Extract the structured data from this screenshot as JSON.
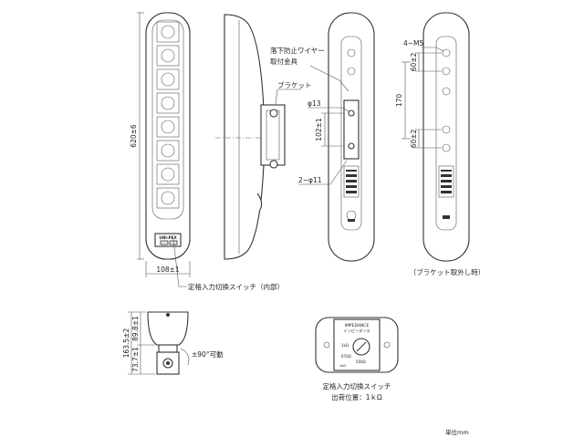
{
  "drawing": {
    "brand_label": "UNI-PEX",
    "dimensions": {
      "height_front": "620±6",
      "width_front": "108±1",
      "cabinet_height_side": "89.8±1",
      "bottom_dim_side": "73.7±1",
      "total_depth_side": "163.5±2",
      "hole_pitch_bracket": "102±1",
      "hole_pitch_top": "60±2",
      "hole_pitch_bottom": "60±2",
      "center_pitch": "170"
    },
    "labels": {
      "safety_wire": "落下防止ワイヤー",
      "mount_fitting": "取付金具",
      "bracket": "ブラケット",
      "hole_13": "φ13",
      "hole_11": "2−φ11",
      "m5": "4−M5",
      "without_bracket": "（ブラケット取外し時）",
      "rated_input_internal": "定格入力切換スイッチ（内部）",
      "rotation": "±90°可動",
      "switch_title": "定格入力切換スイッチ",
      "factory_setting": "出荷位置：1ｋΩ",
      "unit": "単位mm"
    },
    "switch_panel": {
      "impedance": "IMPEDANCE",
      "impedance_jp": "インピーダンス",
      "val_1k": "1kΩ",
      "val_670": "670Ω",
      "val_500": "500Ω",
      "val_1k_alt": "1kΩ"
    }
  }
}
